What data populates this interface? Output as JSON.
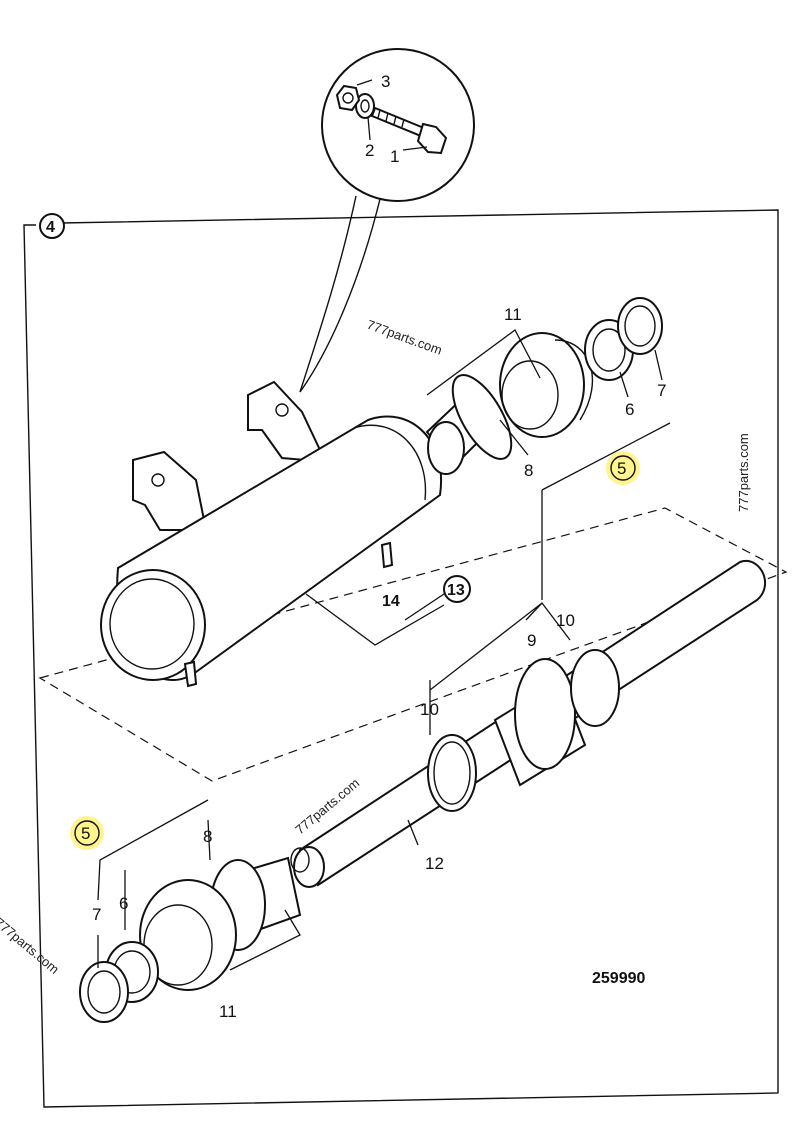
{
  "diagram": {
    "drawing_number": "259990",
    "watermark": "777parts.com",
    "callouts": {
      "bolt": "1",
      "washer": "2",
      "nut": "3",
      "cylinder_assembly": "4",
      "seal_kit": "5",
      "seal_6": "6",
      "wiper_7": "7",
      "o_ring_8": "8",
      "piston_ring_9": "9",
      "wear_ring_10": "10",
      "gland_11": "11",
      "rod_12": "12",
      "grease_kit_13": "13",
      "grease_nipple_14": "14"
    },
    "highlight_color": "#fff27a"
  }
}
